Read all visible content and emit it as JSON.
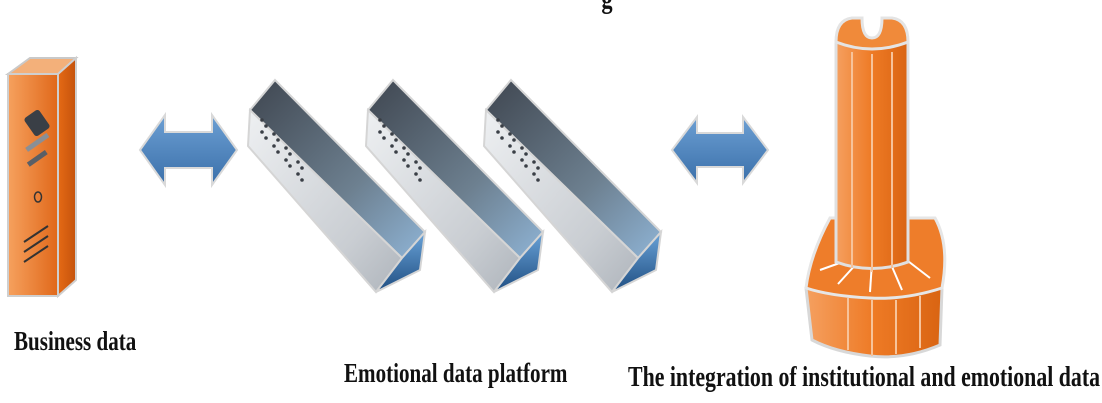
{
  "labels": {
    "top_fragment": "g",
    "business_data": "Business data",
    "emotional_platform": "Emotional data platform",
    "integration": "The integration of institutional and emotional data"
  },
  "colors": {
    "server_orange": "#e8721f",
    "arrow_blue": "#4f86c0",
    "rack_dark": "#5b6470",
    "rack_light": "#dcdfe3",
    "rack_blue": "#2e6fae",
    "tower_orange": "#ef7d2a"
  },
  "icons": [
    "server-icon",
    "double-arrow-icon",
    "network-switch-icon",
    "database-tower-icon"
  ]
}
